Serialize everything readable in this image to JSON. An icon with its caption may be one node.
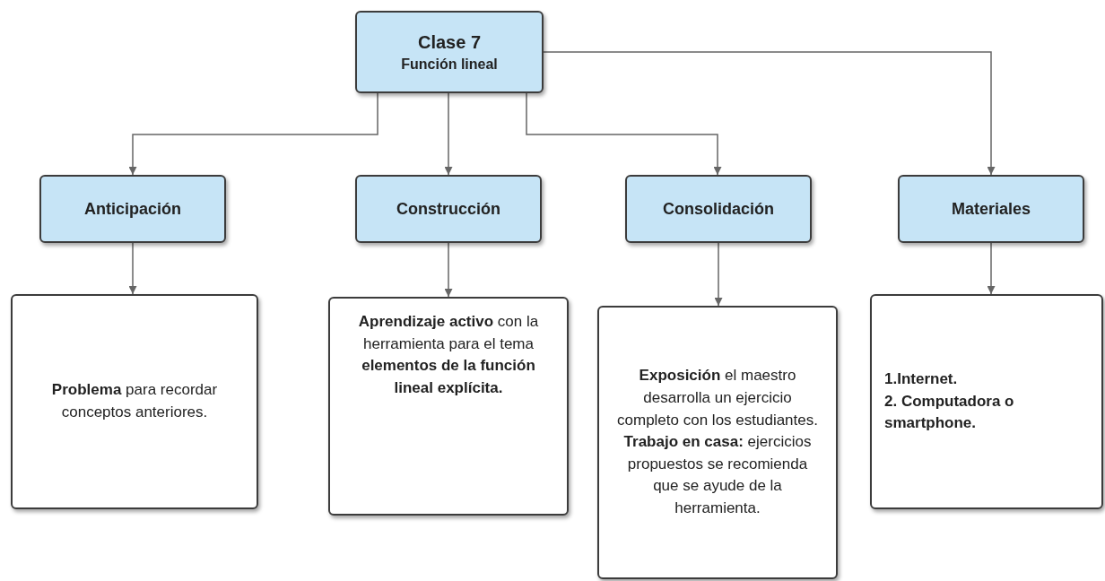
{
  "diagram": {
    "nodes": [
      {
        "text": [
          "Clase 7",
          "Función lineal"
        ]
      },
      {
        "text": [
          "Anticipación"
        ]
      },
      {
        "text": [
          "Construcción"
        ]
      },
      {
        "text": [
          "Consolidación"
        ]
      },
      {
        "text": [
          "Materiales"
        ]
      },
      {
        "text": [
          "**Problema** para recordar conceptos anteriores."
        ]
      },
      {
        "text": [
          "**Aprendizaje activo** con la herramienta para el tema **elementos de la función lineal explícita.**"
        ]
      },
      {
        "text": [
          "**Exposición** el maestro desarrolla un ejercicio completo con los estudiantes.",
          "**Trabajo en casa:** ejercicios propuestos se recomienda que se ayude de la herramienta."
        ]
      },
      {
        "text": [
          "1.Internet.",
          "2. Computadora o smartphone."
        ]
      }
    ],
    "edges": [
      {
        "from": 0,
        "to": 1,
        "arrow": "to"
      },
      {
        "from": 0,
        "to": 2,
        "arrow": "to"
      },
      {
        "from": 0,
        "to": 3,
        "arrow": "to"
      },
      {
        "from": 0,
        "to": 4,
        "arrow": "to"
      },
      {
        "from": 1,
        "to": 5,
        "arrow": "to"
      },
      {
        "from": 2,
        "to": 6,
        "arrow": "to"
      },
      {
        "from": 3,
        "to": 7,
        "arrow": "to"
      },
      {
        "from": 4,
        "to": 8,
        "arrow": "to"
      }
    ]
  }
}
